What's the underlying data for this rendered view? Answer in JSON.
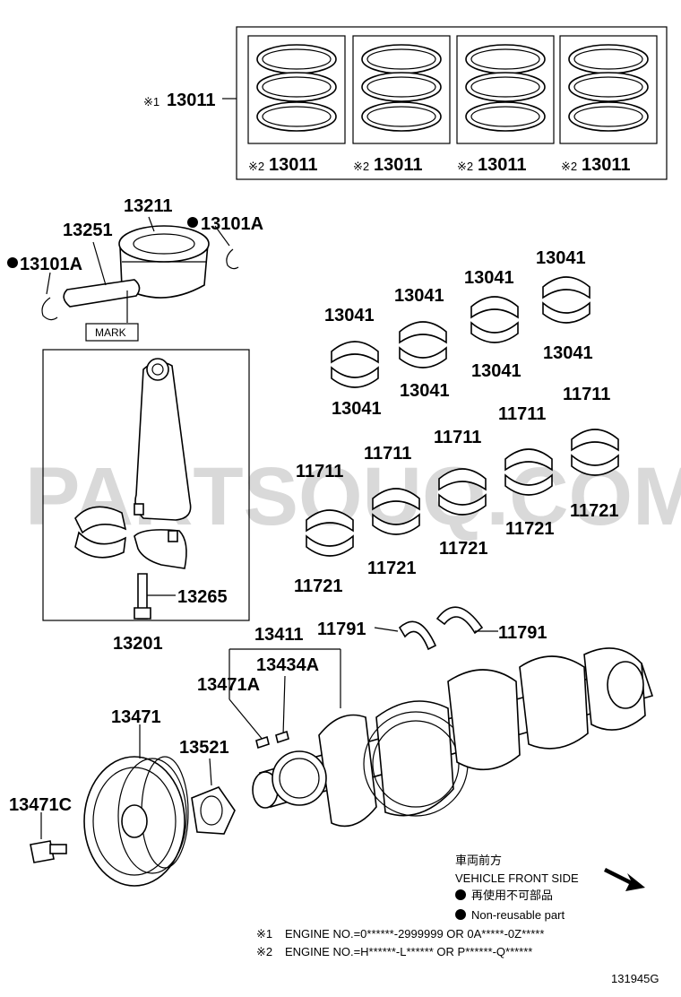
{
  "watermark": "PARTSOUQ.COM",
  "rings": {
    "set_label": "13011",
    "set_mark": "※1",
    "items": [
      {
        "mark": "※2",
        "part": "13011"
      },
      {
        "mark": "※2",
        "part": "13011"
      },
      {
        "mark": "※2",
        "part": "13011"
      },
      {
        "mark": "※2",
        "part": "13011"
      }
    ]
  },
  "piston": {
    "piston": "13211",
    "pin": "13251",
    "snap_ring_left": "13101A",
    "snap_ring_right": "13101A",
    "mark_box": "MARK"
  },
  "rod_bearing_labels": [
    "13041",
    "13041",
    "13041",
    "13041",
    "13041",
    "13041",
    "13041",
    "13041"
  ],
  "main_bearing_labels": [
    "11711",
    "11711",
    "11711",
    "11711",
    "11711",
    "11721",
    "11721",
    "11721",
    "11721",
    "11721"
  ],
  "thrust_washers": [
    "11791",
    "11791"
  ],
  "rod": {
    "assy": "13201",
    "bolt": "13265"
  },
  "crank": {
    "shaft": "13411",
    "key": "13434A",
    "key2": "13471A"
  },
  "pulley": {
    "pulley": "13471",
    "bolt": "13471C",
    "gear": "13521"
  },
  "legend": {
    "front_jp": "車両前方",
    "front_en": "VEHICLE FRONT SIDE",
    "nonreuse_jp": "再使用不可部品",
    "nonreuse_en": "Non-reusable part",
    "note1_mark": "※1",
    "note1": "ENGINE NO.=0******-2999999 OR 0A*****-0Z*****",
    "note2_mark": "※2",
    "note2": "ENGINE NO.=H******-L****** OR P******-Q******"
  },
  "figure_id": "131945G"
}
